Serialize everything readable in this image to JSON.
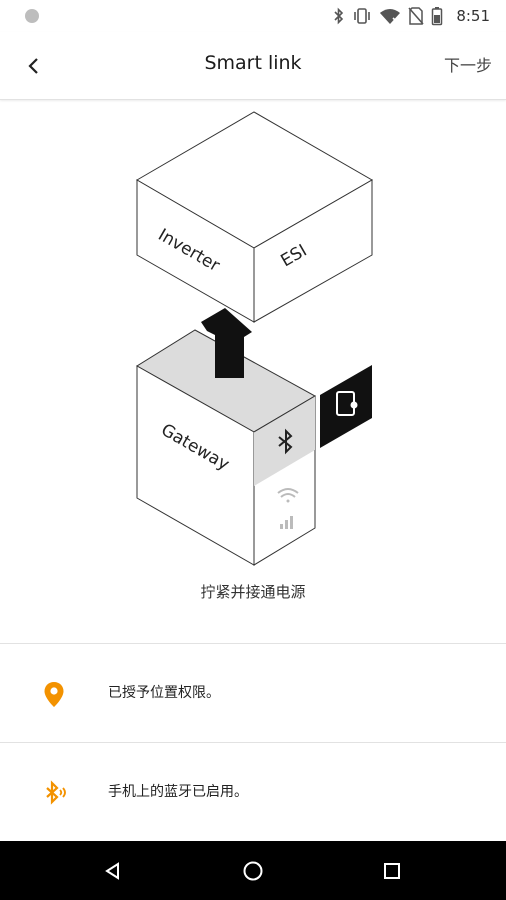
{
  "status_bar": {
    "time": "8:51",
    "icons": [
      "bluetooth-icon",
      "vibrate-icon",
      "wifi-icon",
      "no-sim-icon",
      "battery-icon"
    ]
  },
  "app_bar": {
    "title": "Smart link",
    "next_label": "下一步",
    "back_icon": "chevron-left-icon"
  },
  "illustration": {
    "top_box_left_label": "Inverter",
    "top_box_right_label": "ESI",
    "bottom_box_label": "Gateway",
    "caption": "拧紧并接通电源"
  },
  "permissions": [
    {
      "icon": "location-pin-icon",
      "text": "已授予位置权限。",
      "color": "#f39200"
    },
    {
      "icon": "bluetooth-icon",
      "text": "手机上的蓝牙已启用。",
      "color": "#f39200"
    }
  ],
  "nav_bar": {
    "buttons": [
      "back-triangle-icon",
      "home-circle-icon",
      "recents-square-icon"
    ]
  },
  "colors": {
    "accent": "#f39200",
    "nav_background": "#000000"
  }
}
